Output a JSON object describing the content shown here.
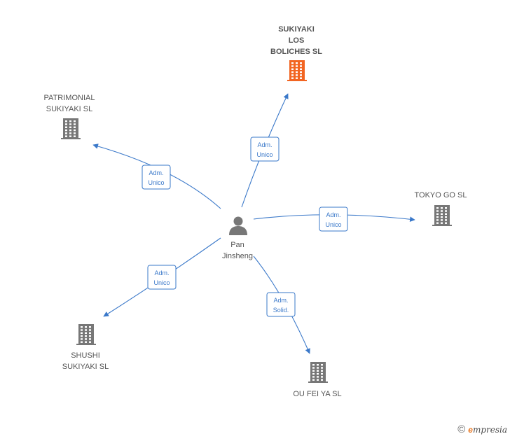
{
  "diagram": {
    "person": {
      "name_line1": "Pan",
      "name_line2": "Jinsheng"
    },
    "companies": [
      {
        "id": "sukiyaki-los-boliches",
        "lines": [
          "SUKIYAKI",
          "LOS",
          "BOLICHES  SL"
        ],
        "color": "#f26522",
        "main": true
      },
      {
        "id": "patrimonial-sukiyaki",
        "lines": [
          "PATRIMONIAL",
          "SUKIYAKI  SL"
        ],
        "color": "#777777",
        "main": false
      },
      {
        "id": "tokyo-go",
        "lines": [
          "TOKYO GO  SL"
        ],
        "color": "#777777",
        "main": false
      },
      {
        "id": "shushi-sukiyaki",
        "lines": [
          "SHUSHI",
          "SUKIYAKI  SL"
        ],
        "color": "#777777",
        "main": false
      },
      {
        "id": "ou-fei-ya",
        "lines": [
          "OU FEI YA  SL"
        ],
        "color": "#777777",
        "main": false
      }
    ],
    "edges": [
      {
        "to": "sukiyaki-los-boliches",
        "label_line1": "Adm.",
        "label_line2": "Unico"
      },
      {
        "to": "patrimonial-sukiyaki",
        "label_line1": "Adm.",
        "label_line2": "Unico"
      },
      {
        "to": "tokyo-go",
        "label_line1": "Adm.",
        "label_line2": "Unico"
      },
      {
        "to": "shushi-sukiyaki",
        "label_line1": "Adm.",
        "label_line2": "Unico"
      },
      {
        "to": "ou-fei-ya",
        "label_line1": "Adm.",
        "label_line2": "Solid."
      }
    ],
    "edge_color": "#3a78c9"
  },
  "footer": {
    "copyright_symbol": "©",
    "brand_first": "e",
    "brand_rest": "mpresia"
  }
}
